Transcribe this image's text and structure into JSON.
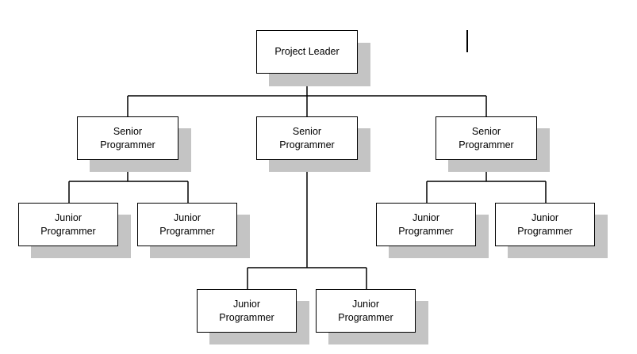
{
  "org_chart": {
    "root": {
      "label": "Project Leader"
    },
    "senior_left": {
      "label": "Senior\nProgrammer"
    },
    "senior_middle": {
      "label": "Senior\nProgrammer"
    },
    "senior_right": {
      "label": "Senior\nProgrammer"
    },
    "junior_left_1": {
      "label": "Junior\nProgrammer"
    },
    "junior_left_2": {
      "label": "Junior\nProgrammer"
    },
    "junior_middle_1": {
      "label": "Junior\nProgrammer"
    },
    "junior_middle_2": {
      "label": "Junior\nProgrammer"
    },
    "junior_right_1": {
      "label": "Junior\nProgrammer"
    },
    "junior_right_2": {
      "label": "Junior\nProgrammer"
    }
  },
  "colors": {
    "box_border": "#000000",
    "box_fill": "#ffffff",
    "shadow": "#c4c4c4",
    "connector": "#000000"
  }
}
